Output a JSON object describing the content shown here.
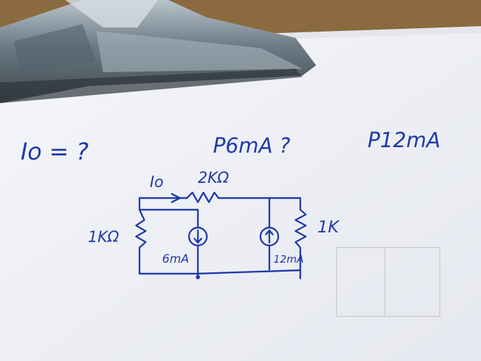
{
  "photo": {
    "question_io": "Io = ?",
    "question_p6": "P6mA ?",
    "question_p12": "P12mA"
  },
  "circuit": {
    "current_label": "Io",
    "r_series": "2KΩ",
    "r_left": "1KΩ",
    "r_right": "1K",
    "source_left": "6mA",
    "source_right": "12mA"
  },
  "colors": {
    "ink": "#1f3aa8",
    "paper": "#f6f7fb",
    "clip_metal": "#8e9aa3",
    "desk": "#6f6a62"
  }
}
